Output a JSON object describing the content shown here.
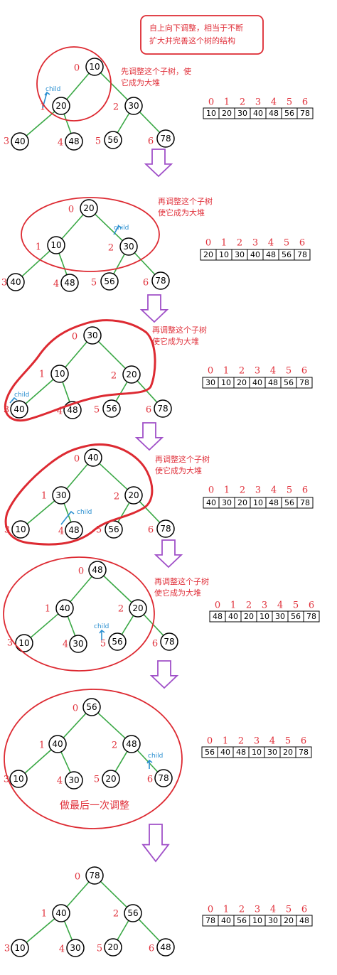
{
  "title_note": [
    "自上向下调整，相当于不断",
    "扩大并完善这个树的结构"
  ],
  "array_indices": [
    "0",
    "1",
    "2",
    "3",
    "4",
    "5",
    "6"
  ],
  "child_label": "child",
  "steps": [
    {
      "tree": [
        "10",
        "20",
        "30",
        "40",
        "48",
        "56",
        "78"
      ],
      "array": [
        "10",
        "20",
        "30",
        "40",
        "48",
        "56",
        "78"
      ],
      "note": [
        "先调整这个子树，使",
        "它成为大堆"
      ]
    },
    {
      "tree": [
        "20",
        "10",
        "30",
        "40",
        "48",
        "56",
        "78"
      ],
      "array": [
        "20",
        "10",
        "30",
        "40",
        "48",
        "56",
        "78"
      ],
      "note": [
        "再调整这个子树",
        "使它成为大堆"
      ]
    },
    {
      "tree": [
        "30",
        "10",
        "20",
        "40",
        "48",
        "56",
        "78"
      ],
      "array": [
        "30",
        "10",
        "20",
        "40",
        "48",
        "56",
        "78"
      ],
      "note": [
        "再调整这个子树",
        "使它成为大堆"
      ]
    },
    {
      "tree": [
        "40",
        "30",
        "20",
        "10",
        "48",
        "56",
        "78"
      ],
      "array": [
        "40",
        "30",
        "20",
        "10",
        "48",
        "56",
        "78"
      ],
      "note": [
        "再调整这个子树",
        "使它成为大堆"
      ]
    },
    {
      "tree": [
        "48",
        "40",
        "20",
        "10",
        "30",
        "56",
        "78"
      ],
      "array": [
        "48",
        "40",
        "20",
        "10",
        "30",
        "56",
        "78"
      ],
      "note": [
        "再调整这个子树",
        "使它成为大堆"
      ]
    },
    {
      "tree": [
        "56",
        "40",
        "48",
        "10",
        "30",
        "20",
        "78"
      ],
      "array": [
        "56",
        "40",
        "48",
        "10",
        "30",
        "20",
        "78"
      ],
      "note": [
        "做最后一次调整"
      ]
    },
    {
      "tree": [
        "78",
        "40",
        "56",
        "10",
        "30",
        "20",
        "48"
      ],
      "array": [
        "78",
        "40",
        "56",
        "10",
        "30",
        "20",
        "48"
      ],
      "note": []
    }
  ]
}
